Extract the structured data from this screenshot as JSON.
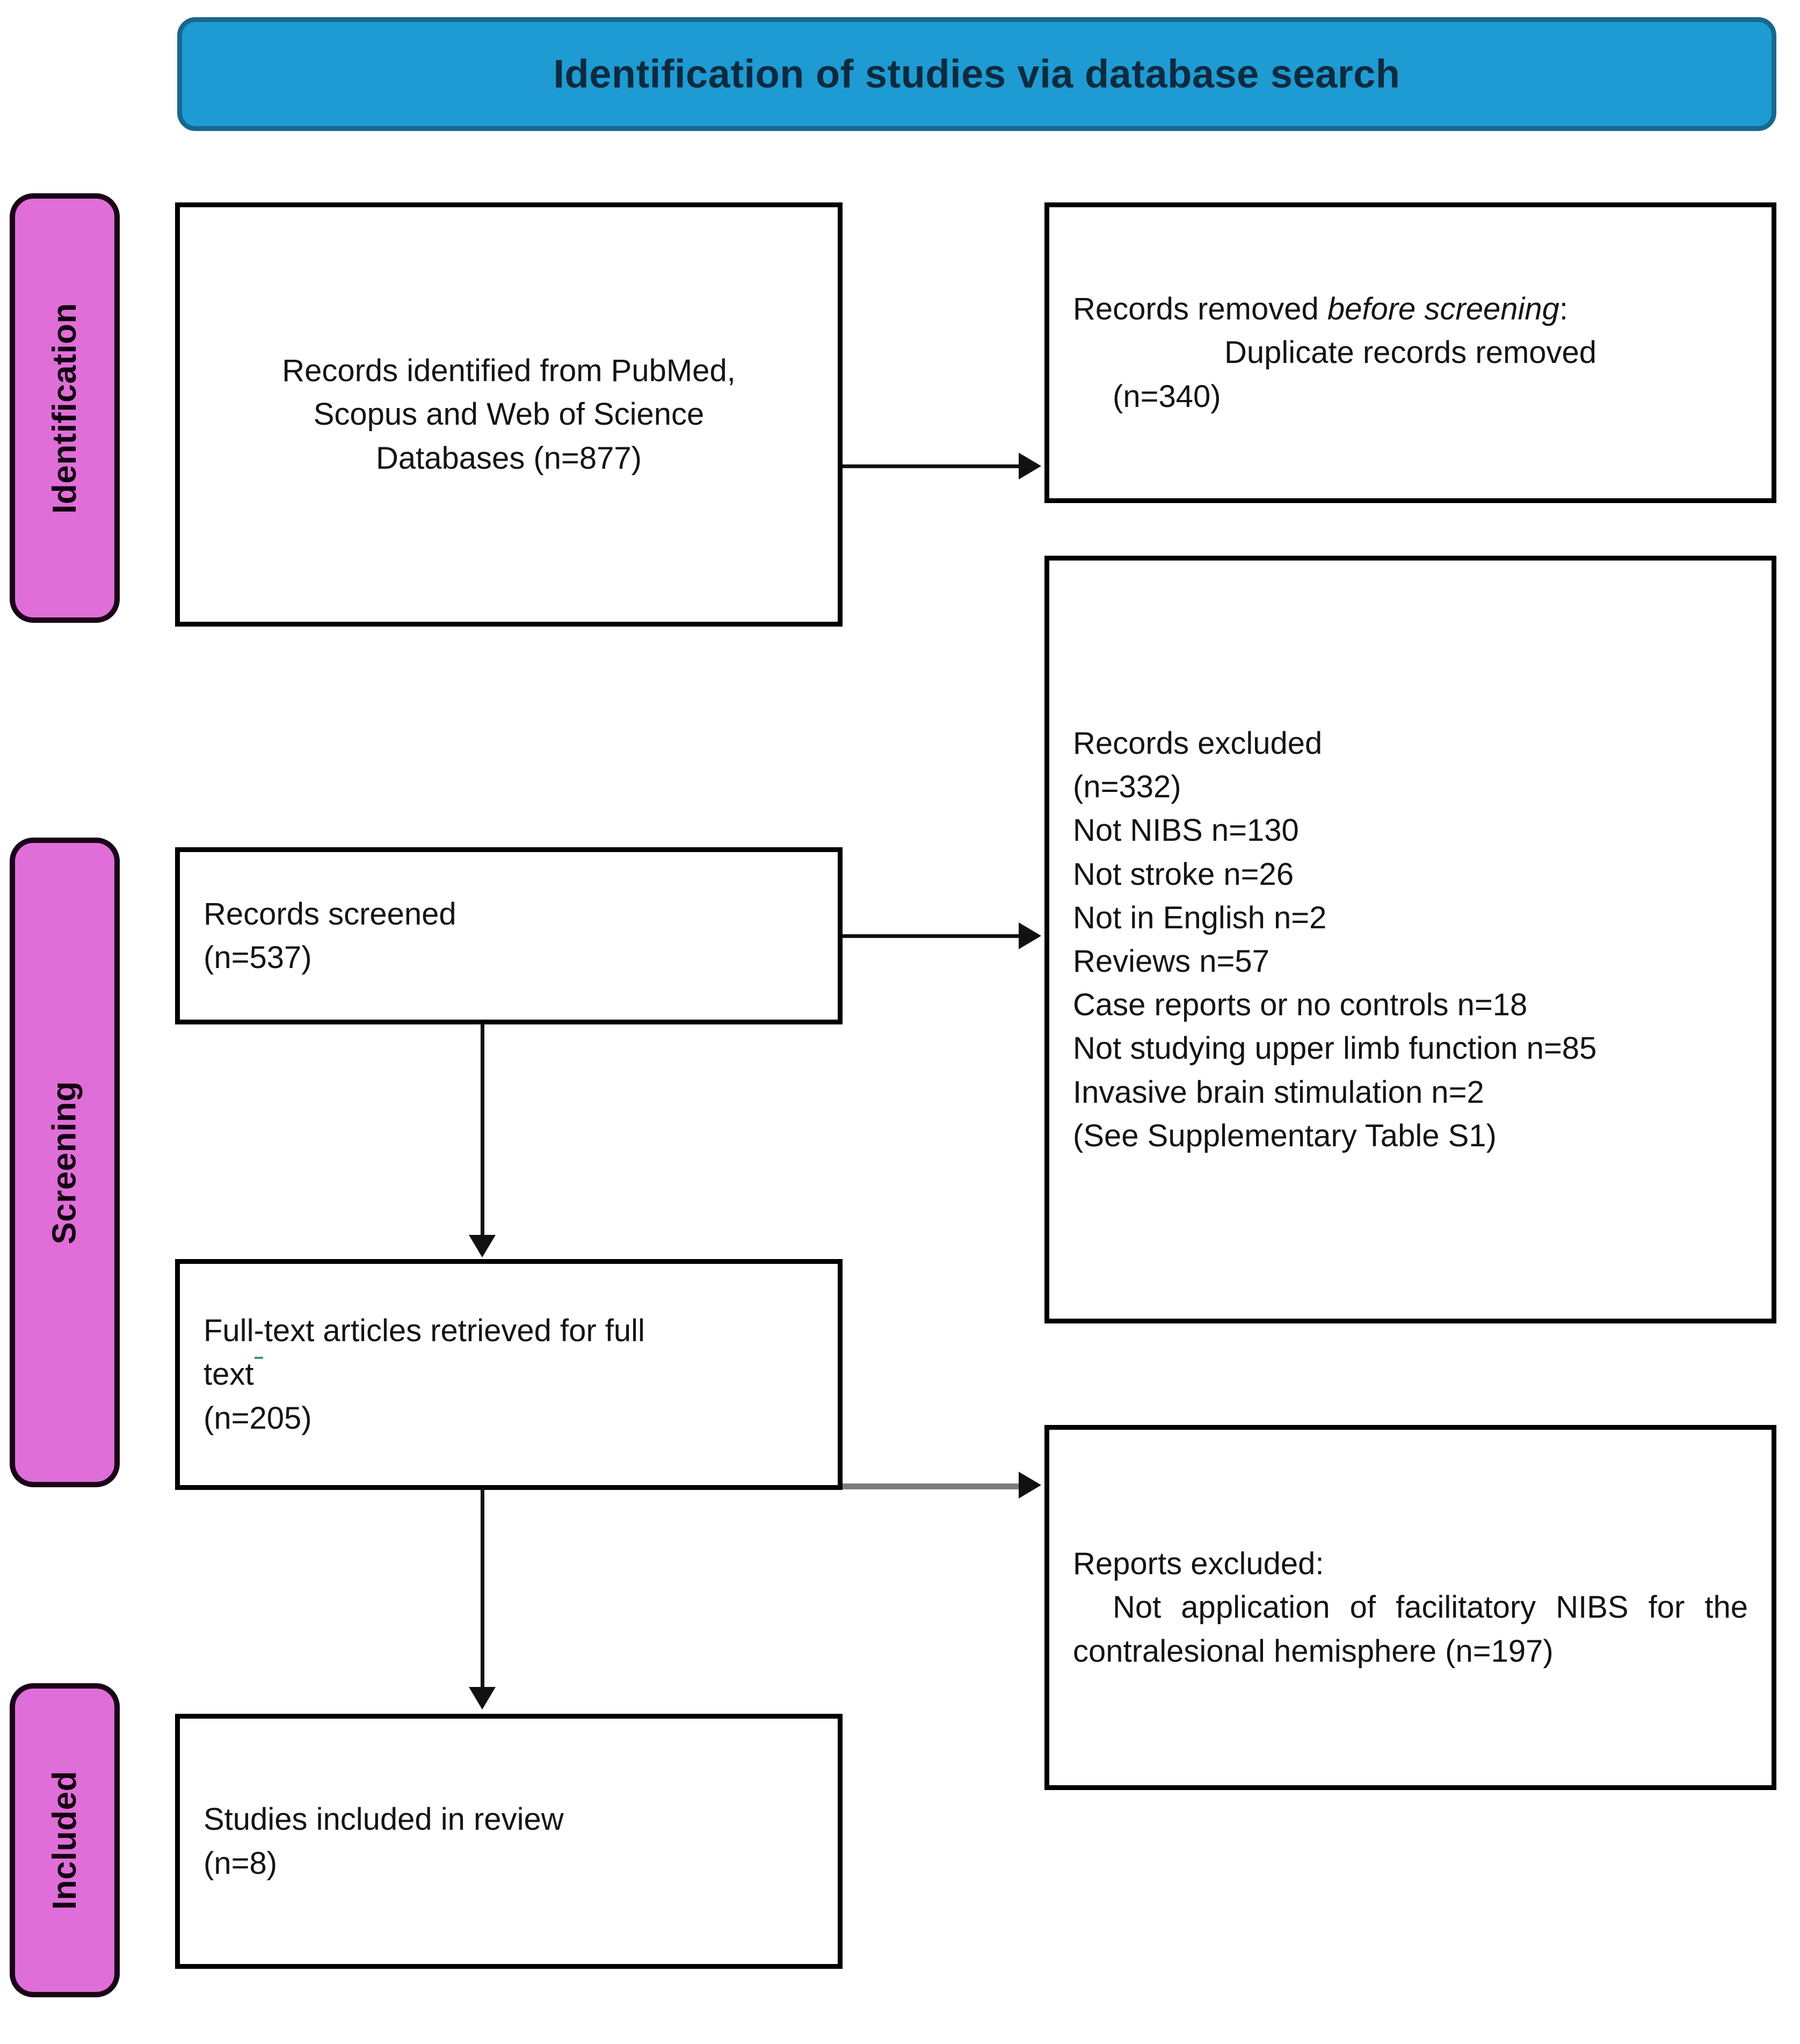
{
  "banner": {
    "title": "Identification of studies via database search",
    "fill_color": "#1E9BD2",
    "border_color": "#16688F",
    "text_color": "#0D2A3F"
  },
  "stages": {
    "accent_color": "#E06ED8",
    "items": [
      {
        "id": "identification",
        "label": "Identification"
      },
      {
        "id": "screening",
        "label": "Screening"
      },
      {
        "id": "included",
        "label": "Included"
      }
    ]
  },
  "boxes": {
    "identified": {
      "line1": "Records identified from PubMed,",
      "line2": "Scopus and Web of Science",
      "line3": "Databases (n=877)",
      "count": "877"
    },
    "duplicates": {
      "line1_prefix": "Records removed ",
      "line1_italic": "before screening",
      "line1_suffix": ":",
      "line2": "Duplicate records removed",
      "line3": "(n=340)",
      "count": "340"
    },
    "excluded": {
      "title": "Records excluded",
      "count_line": "(n=332)",
      "count": "332",
      "reasons": [
        "Not NIBS n=130",
        "Not stroke n=26",
        "Not in English n=2",
        "Reviews n=57",
        "Case reports or no controls n=18",
        "Not studying upper limb function n=85",
        "Invasive brain stimulation n=2"
      ],
      "note": "(See Supplementary Table S1)"
    },
    "screened": {
      "line1": "Records screened",
      "line2": "(n=537)",
      "count": "537"
    },
    "fulltext": {
      "line1_a": "Full",
      "line1_hyphen": "-",
      "line1_b": "text articles retrieved for full",
      "line2": "text",
      "line3": "(n=205)",
      "count": "205"
    },
    "reports_excluded": {
      "title": "Reports excluded:",
      "body": "Not application of facilitatory NIBS for the contralesional hemisphere (n=197)",
      "count": "197"
    },
    "included": {
      "line1": "Studies included in review",
      "line2": "(n=8)",
      "count": "8"
    }
  },
  "connectors": [
    {
      "id": "identified-to-duplicates",
      "from": "identified",
      "to": "duplicates",
      "direction": "right"
    },
    {
      "id": "screened-to-excluded",
      "from": "screened",
      "to": "excluded",
      "direction": "right"
    },
    {
      "id": "screened-to-fulltext",
      "from": "screened",
      "to": "fulltext",
      "direction": "down"
    },
    {
      "id": "fulltext-to-reports-excluded",
      "from": "fulltext",
      "to": "reports_excluded",
      "direction": "right"
    },
    {
      "id": "fulltext-to-included",
      "from": "fulltext",
      "to": "included",
      "direction": "down"
    }
  ]
}
